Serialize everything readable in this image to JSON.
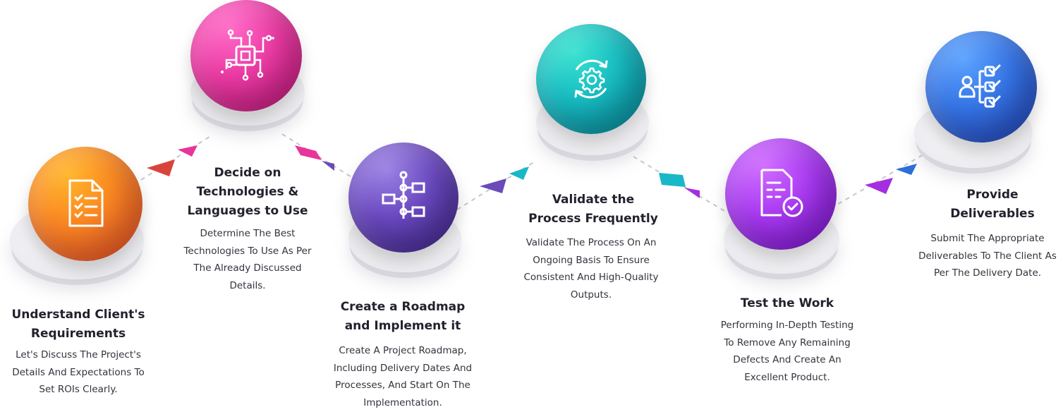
{
  "steps": [
    {
      "title_line1": "Understand Client's",
      "title_line2": "Requirements",
      "desc_line1": "Let's Discuss The Project's",
      "desc_line2": "Details And Expectations To",
      "desc_line3": "Set ROIs Clearly.",
      "desc_line4": "",
      "icon": "checklist-document-icon",
      "gradient": [
        "#ffa51f",
        "#f0442a"
      ]
    },
    {
      "title_line1": "Decide on",
      "title_line2": "Technologies &",
      "title_line3": "Languages to Use",
      "desc_line1": "Determine The Best",
      "desc_line2": "Technologies To Use As Per",
      "desc_line3": "The Already Discussed",
      "desc_line4": "Details.",
      "icon": "chip-circuit-icon",
      "gradient": [
        "#f25bbc",
        "#c9157f"
      ]
    },
    {
      "title_line1": "Create a Roadmap",
      "title_line2": "and Implement it",
      "desc_line1": "Create A Project Roadmap,",
      "desc_line2": "Including Delivery Dates And",
      "desc_line3": "Processes, And Start On The",
      "desc_line4": "Implementation.",
      "icon": "roadmap-flow-icon",
      "gradient": [
        "#8a6dd8",
        "#4a2c96"
      ]
    },
    {
      "title_line1": "Validate the",
      "title_line2": "Process Frequently",
      "desc_line1": "Validate The Process On An",
      "desc_line2": "Ongoing Basis To Ensure",
      "desc_line3": "Consistent And High-Quality",
      "desc_line4": "Outputs.",
      "icon": "gear-refresh-icon",
      "gradient": [
        "#2fd3c5",
        "#0a94a0"
      ]
    },
    {
      "title_line1": "Test the Work",
      "desc_line1": "Performing In-Depth Testing",
      "desc_line2": "To Remove Any Remaining",
      "desc_line3": "Defects And Create An",
      "desc_line4": "Excellent Product.",
      "icon": "document-check-icon",
      "gradient": [
        "#c45bff",
        "#8a16e0"
      ]
    },
    {
      "title_line1": "Provide",
      "title_line2": "Deliverables",
      "desc_line1": "Submit The Appropriate",
      "desc_line2": "Deliverables To The Client As",
      "desc_line3": "Per The Delivery Date.",
      "desc_line4": "",
      "icon": "user-tasks-icon",
      "gradient": [
        "#4b8ef0",
        "#2449c4"
      ]
    }
  ],
  "colors": {
    "arrow_orange_red": "#d9443a",
    "arrow_pink": "#e8359a",
    "arrow_purple": "#6a4bb8",
    "arrow_teal": "#18b8c9",
    "arrow_violet": "#a52ee0",
    "arrow_blue": "#2d6ed8",
    "dashes": "#c7c7cf"
  }
}
